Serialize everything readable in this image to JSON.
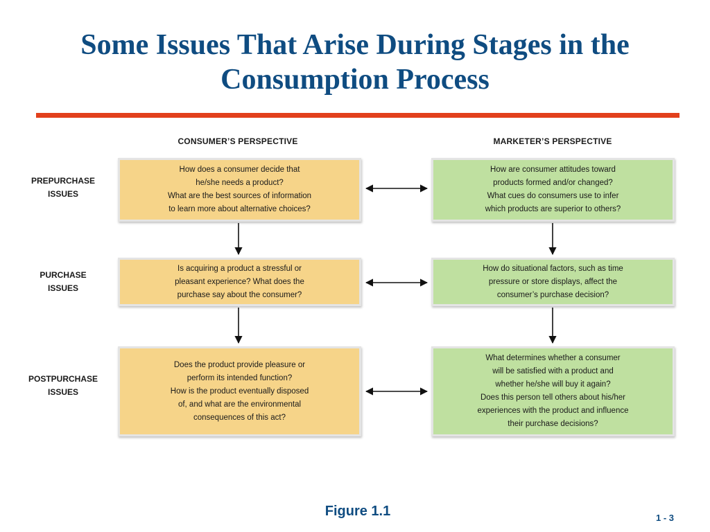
{
  "slide": {
    "title": "Some Issues That Arise During Stages in the Consumption Process",
    "accent_color": "#0f4c81",
    "rule_color": "#e2401c",
    "figure_label": "Figure 1.1",
    "page_number": "1 - 3"
  },
  "diagram": {
    "columns": {
      "consumer": "CONSUMER’S PERSPECTIVE",
      "marketer": "MARKETER’S PERSPECTIVE"
    },
    "box_colors": {
      "consumer": "#f6d489",
      "marketer": "#bfe0a0"
    },
    "rows": [
      {
        "label": "PREPURCHASE\nISSUES",
        "consumer": "How does a consumer decide that\nhe/she needs a product?\nWhat are the best sources of information\nto learn more about alternative choices?",
        "marketer": "How are consumer attitudes toward\nproducts formed and/or changed?\nWhat cues do consumers use to infer\nwhich products are superior to others?"
      },
      {
        "label": "PURCHASE\nISSUES",
        "consumer": "Is acquiring a product a stressful or\npleasant experience? What does the\npurchase say about the consumer?",
        "marketer": "How do situational factors, such as time\npressure or store displays, affect the\nconsumer’s purchase decision?"
      },
      {
        "label": "POSTPURCHASE\nISSUES",
        "consumer": "Does the product provide pleasure or\nperform its intended function?\nHow is the product eventually disposed\nof, and what are the environmental\nconsequences of this act?",
        "marketer": "What determines whether a consumer\nwill be satisfied with a product and\nwhether he/she will buy it again?\nDoes this person tell others about his/her\nexperiences with the product and influence\ntheir purchase decisions?"
      }
    ]
  }
}
